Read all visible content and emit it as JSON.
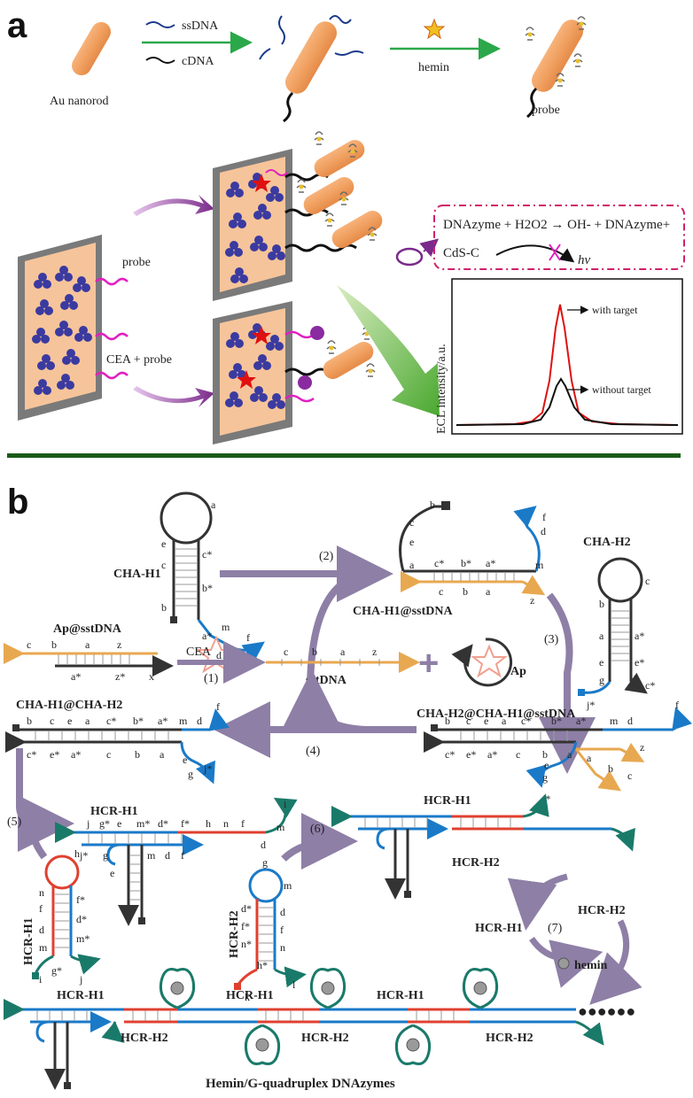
{
  "panel_a": {
    "label": "a",
    "au_nanorod": "Au nanorod",
    "ssdna": "ssDNA",
    "cdna": "cDNA",
    "hemin": "hemin",
    "probe_top": "probe",
    "probe_left": "probe",
    "cea_probe": "CEA + probe",
    "reaction": "DNAzyme + H2O2 → OH- + DNAzyme+",
    "cds": "CdS-C",
    "hv": "hv",
    "ylabel": "ECL intensity/a.u.",
    "with_target": "with target",
    "without_target": "without target"
  },
  "panel_b": {
    "label": "b",
    "cha_h1": "CHA-H1",
    "cha_h2": "CHA-H2",
    "ap_sstdna": "Ap@sstDNA",
    "cea": "CEA",
    "sstdna": "sstDNA",
    "ap": "Ap",
    "cha_h1_sst": "CHA-H1@sstDNA",
    "cha_h2_h1_sst": "CHA-H2@CHA-H1@sstDNA",
    "cha_h1_h2": "CHA-H1@CHA-H2",
    "hcr_h1": "HCR-H1",
    "hcr_h2": "HCR-H2",
    "hemin": "hemin",
    "dnazymes": "Hemin/G-quadruplex DNAzymes",
    "steps": [
      "(1)",
      "(2)",
      "(3)",
      "(4)",
      "(5)",
      "(6)",
      "(7)"
    ],
    "plus": "+",
    "dots": "●●●●●●"
  },
  "colors": {
    "nanorod": "#f0a060",
    "purple_arrow": "#7a2a8a",
    "green_arrow": "#2aa84a",
    "pink_strand": "#e020c0",
    "trefoil": "#3a3aa0",
    "electrode_frame": "#7a7a7a",
    "electrode_fill": "#f6c49a",
    "red_curve": "#e01010",
    "dashed_box": "#d0206a",
    "divider": "#1a5a1a",
    "cha_arrow": "#8e7fa6",
    "blue_strand": "#1a7ac8",
    "orange_strand": "#e8a850",
    "teal_strand": "#1a7a6a",
    "red_segment": "#e04030"
  }
}
